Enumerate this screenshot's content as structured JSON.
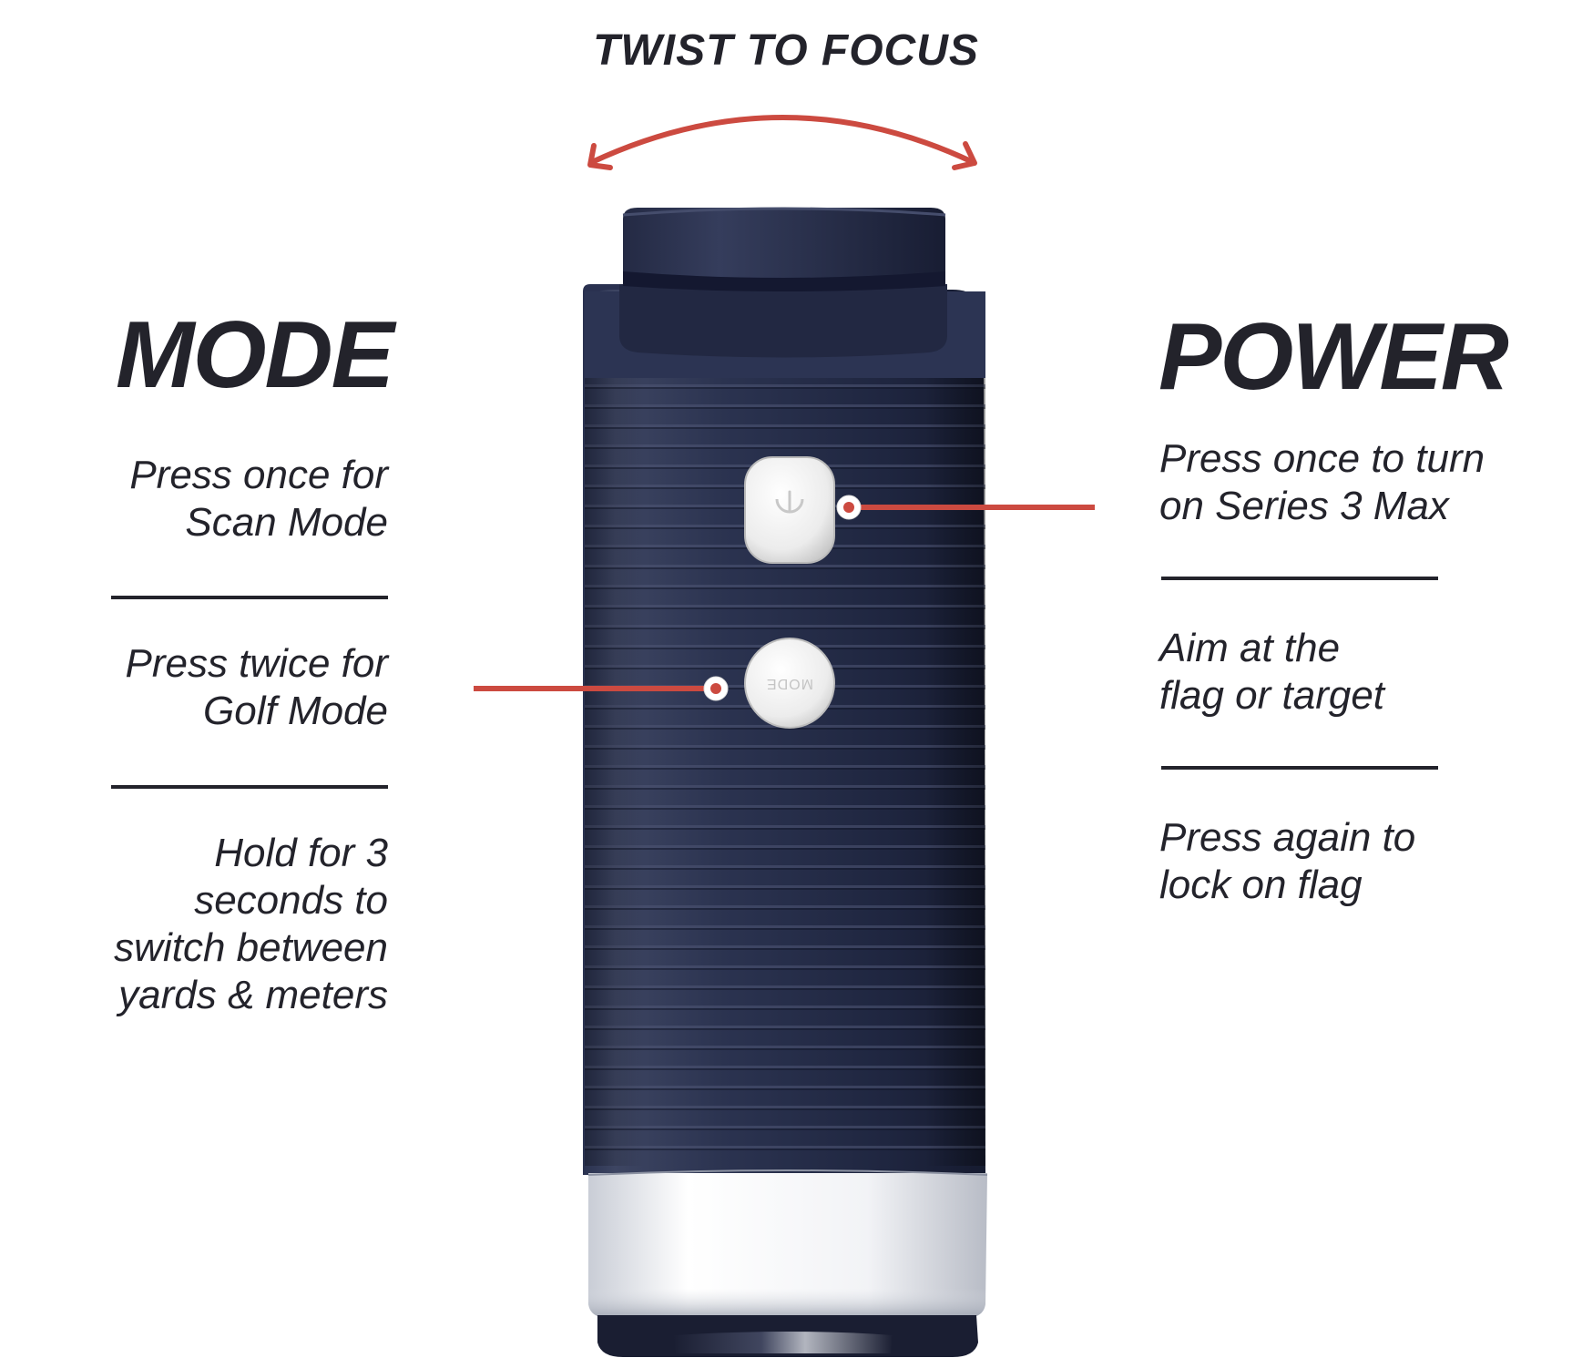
{
  "focus": {
    "title": "TWIST TO FOCUS"
  },
  "mode": {
    "heading": "MODE",
    "items": [
      "Press once for\nScan Mode",
      "Press twice for\nGolf Mode",
      "Hold for 3\nseconds to\nswitch between\nyards & meters"
    ]
  },
  "power": {
    "heading": "POWER",
    "items": [
      "Press once to turn\non Series 3 Max",
      "Aim at the\nflag or target",
      "Press again to\nlock on flag"
    ]
  },
  "device": {
    "power_icon": "power-icon",
    "mode_button_label": "MODE"
  },
  "colors": {
    "accent": "#cc4a40",
    "text": "#23232b",
    "body": "#242b42",
    "button": "#ededed"
  }
}
